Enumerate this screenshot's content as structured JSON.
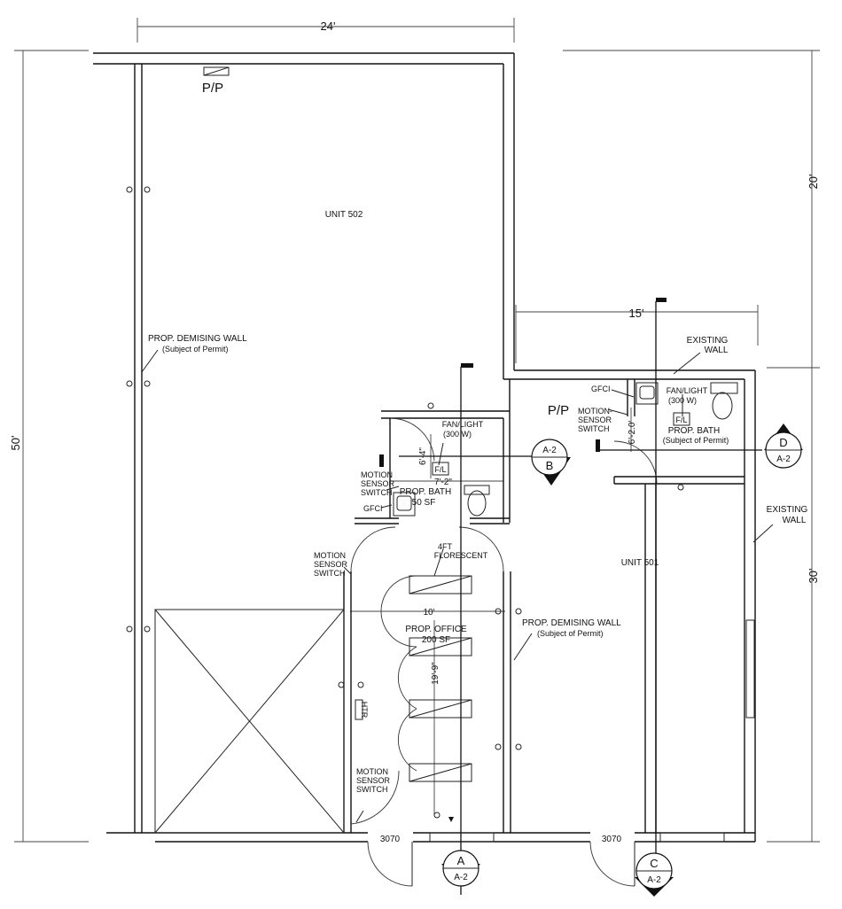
{
  "dimensions": {
    "top_width": "24'",
    "overall_height": "50'",
    "upper_right_height": "20'",
    "lower_right_height": "30'",
    "unit501_width": "15'",
    "bath502_width": "7'-2\"",
    "bath502_depth": "6'-4\"",
    "bath501_depth": "6'-2.0'",
    "office_width": "10'",
    "office_depth": "19'-9\""
  },
  "labels": {
    "pp_top": "P/P",
    "pp_right": "P/P",
    "unit_502": "UNIT 502",
    "unit_501": "UNIT 501",
    "demising_wall_left_1": "PROP. DEMISING WALL",
    "demising_wall_left_2": "(Subject of Permit)",
    "demising_wall_right_1": "PROP. DEMISING WALL",
    "demising_wall_right_2": "(Subject of Permit)",
    "existing_wall_top_1": "EXISTING",
    "existing_wall_top_2": "WALL",
    "existing_wall_right_1": "EXISTING",
    "existing_wall_right_2": "WALL",
    "fan_light_1_a": "FAN/LIGHT",
    "fan_light_1_b": "(300 W)",
    "fan_light_2_a": "FAN/LIGHT",
    "fan_light_2_b": "(300 W)",
    "fl_1": "F/L",
    "fl_2": "F/L",
    "motion_1_a": "MOTION",
    "motion_1_b": "SENSOR",
    "motion_1_c": "SWITCH",
    "motion_2_a": "MOTION-",
    "motion_2_b": "SENSOR",
    "motion_2_c": "SWITCH",
    "motion_3_a": "MOTION",
    "motion_3_b": "SENSOR",
    "motion_3_c": "SWITCH",
    "motion_4_a": "MOTION",
    "motion_4_b": "SENSOR",
    "motion_4_c": "SWITCH",
    "gfci_1": "GFCI",
    "gfci_2": "GFCI",
    "bath_502_a": "PROP. BATH",
    "bath_502_b": "50 SF",
    "bath_501_a": "PROP. BATH",
    "bath_501_b": "(Subject of Permit)",
    "florescent_a": "4FT",
    "florescent_b": "FLORESCENT",
    "office_a": "PROP. OFFICE",
    "office_b": "200 SF",
    "htr": "HTR",
    "door_1": "3070",
    "door_2": "3070"
  },
  "section_markers": [
    {
      "letter": "A",
      "sheet": "A-2"
    },
    {
      "letter": "B",
      "sheet": "A-2"
    },
    {
      "letter": "C",
      "sheet": "A-2"
    },
    {
      "letter": "D",
      "sheet": "A-2"
    }
  ]
}
